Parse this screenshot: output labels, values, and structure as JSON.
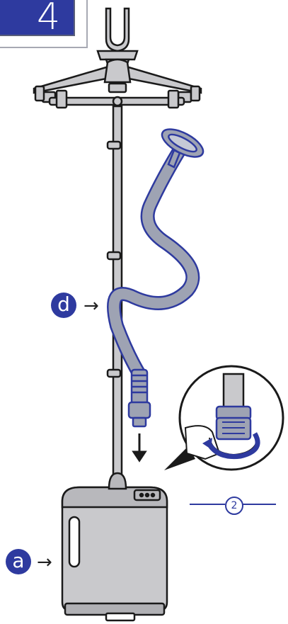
{
  "step": {
    "number": "4"
  },
  "callouts": [
    {
      "letter": "d",
      "arrow": "→"
    },
    {
      "letter": "a",
      "arrow": "→"
    }
  ],
  "substep": {
    "number": "2"
  },
  "colors": {
    "accent": "#2e3a9f",
    "outline": "#1a1a1a",
    "body": "#c9c9cc",
    "hose": "#9ea3b3"
  }
}
